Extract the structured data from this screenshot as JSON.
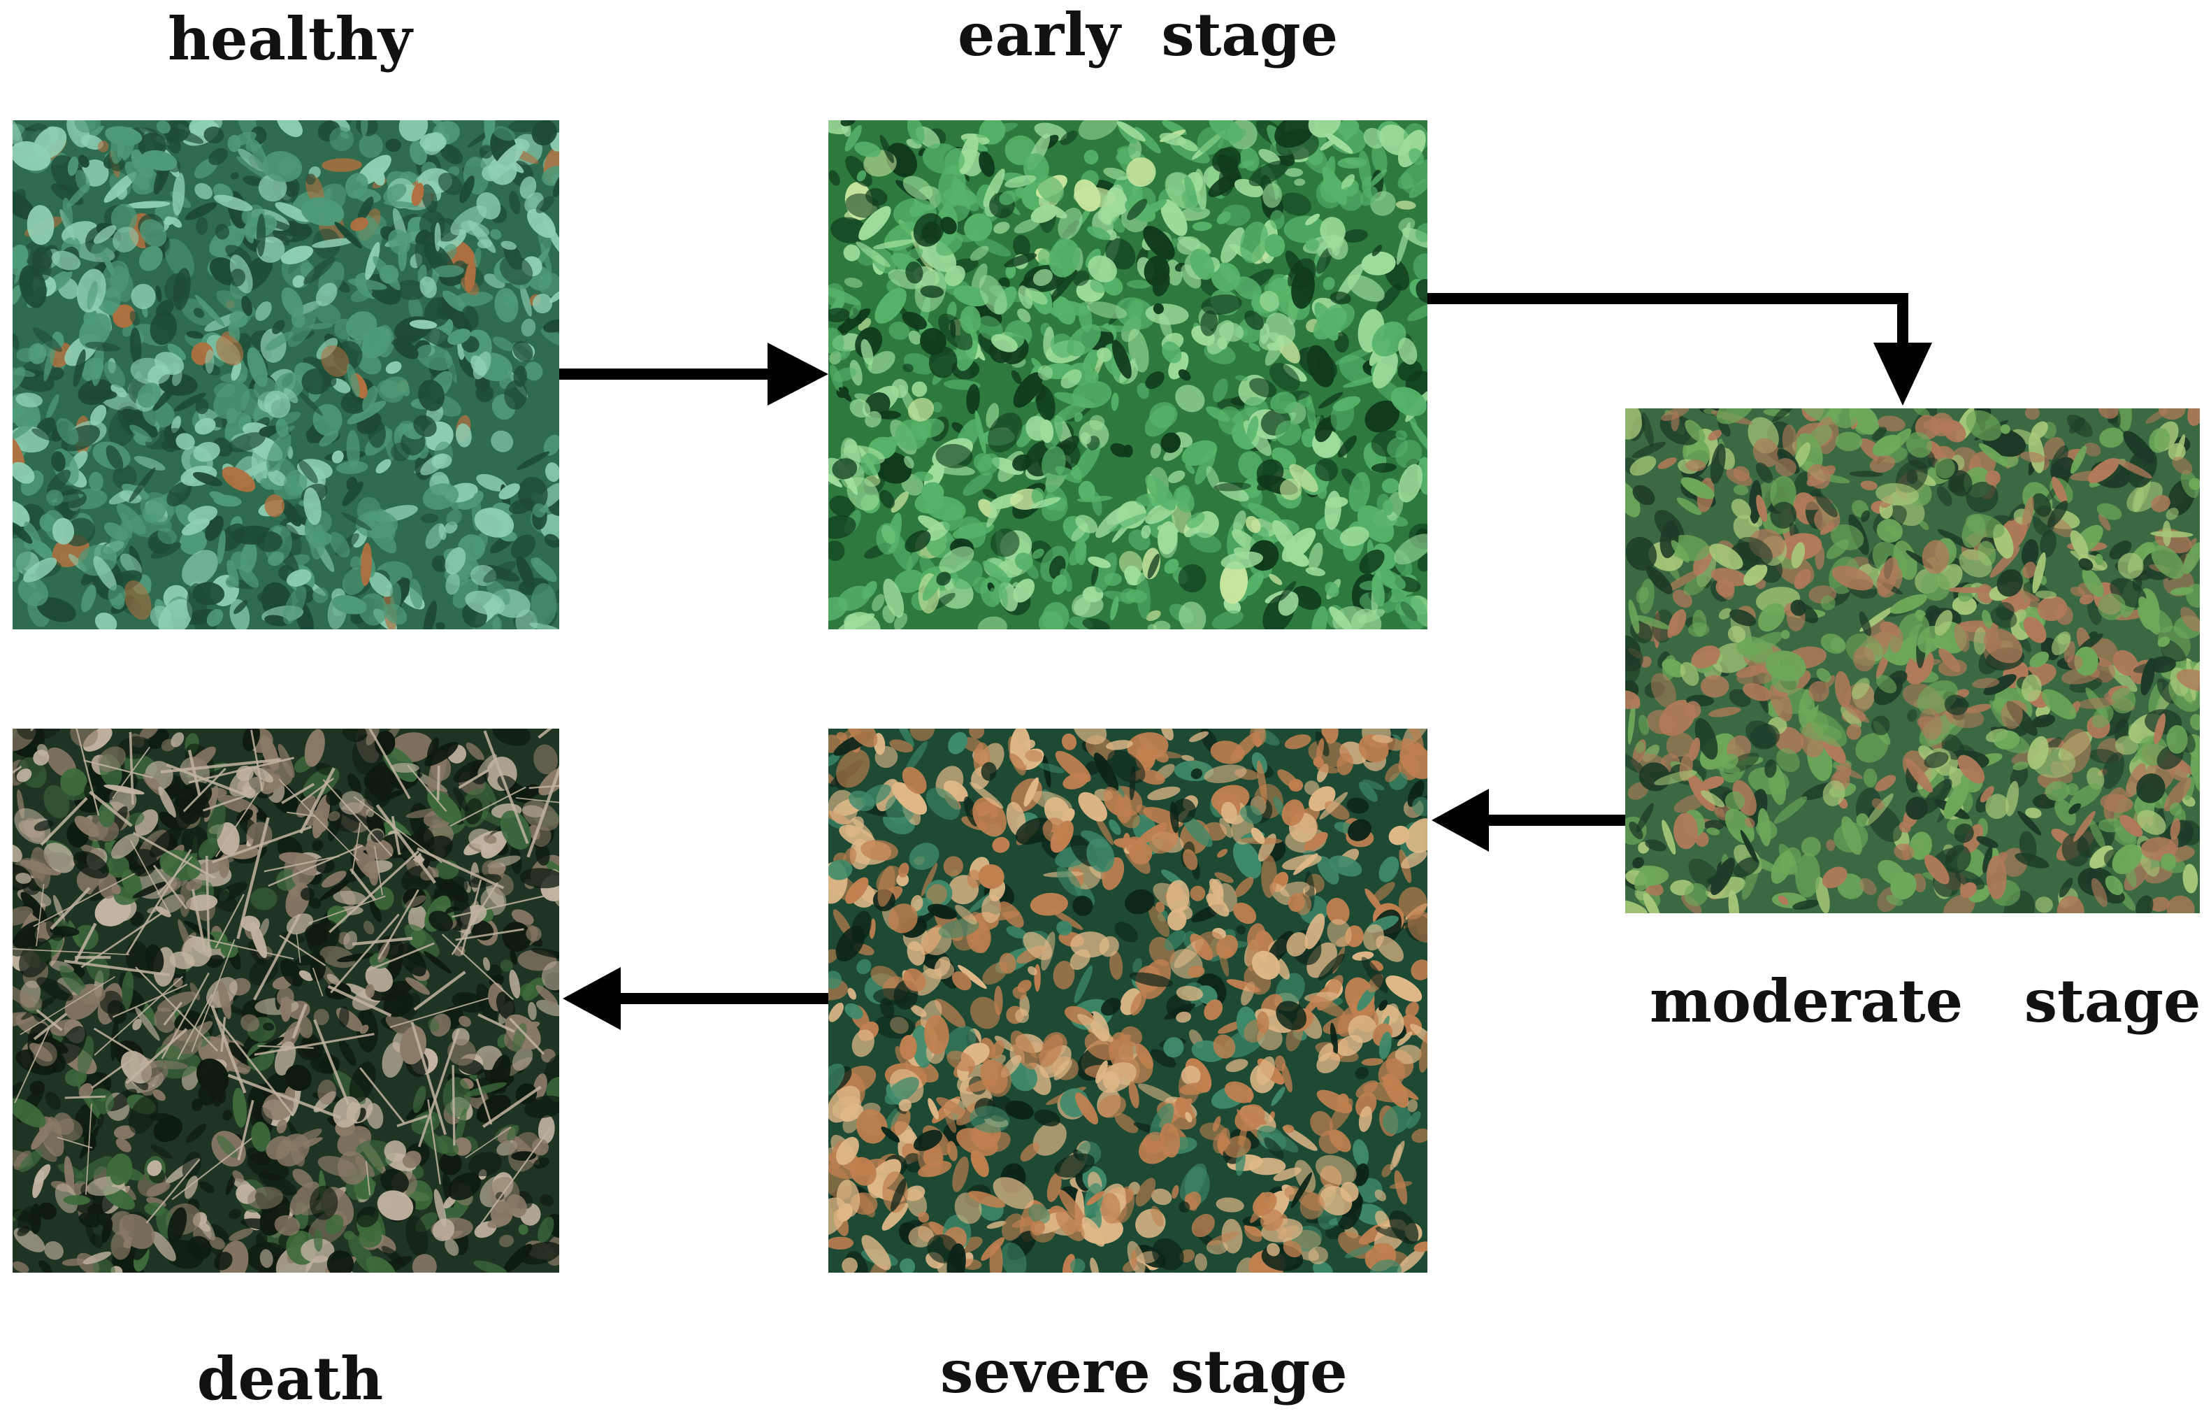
{
  "stages": [
    {
      "id": "healthy",
      "label": "healthy",
      "image_desc": "Aerial top-down view of a healthy pine canopy with blue-green needles",
      "palette": {
        "base": "#2f6b4f",
        "dark": "#1d4a36",
        "mid": "#4f9a78",
        "light": "#8fd0b4",
        "accent": "#b07040"
      }
    },
    {
      "id": "early",
      "label": "early  stage",
      "image_desc": "Aerial view of a bright green pine canopy at the early stage of infection",
      "palette": {
        "base": "#2e7a3e",
        "dark": "#0f3a1c",
        "mid": "#57b36a",
        "light": "#9fdd9c",
        "accent": "#c9e6a0"
      }
    },
    {
      "id": "moderate",
      "label": "moderate   stage",
      "image_desc": "Aerial view of a pine canopy with mixed green and brown patches",
      "palette": {
        "base": "#3b6a42",
        "dark": "#1c3a26",
        "mid": "#6ea85a",
        "light": "#a8c97a",
        "accent": "#b07a5a"
      }
    },
    {
      "id": "severe",
      "label": "severe stage",
      "image_desc": "Aerial view of a mostly orange-tan dying pine canopy surrounded by green trees",
      "palette": {
        "base": "#1e4a34",
        "dark": "#0c2418",
        "mid": "#c08050",
        "light": "#e0b888",
        "accent": "#3f8a6a"
      }
    },
    {
      "id": "death",
      "label": "death",
      "image_desc": "Aerial view of a dead pine with bare grey branches over dark green undergrowth",
      "palette": {
        "base": "#1f3422",
        "dark": "#0e1a10",
        "mid": "#8a7a66",
        "light": "#c2b4a0",
        "accent": "#3e6b3c"
      }
    }
  ],
  "arrow_color": "#000000"
}
